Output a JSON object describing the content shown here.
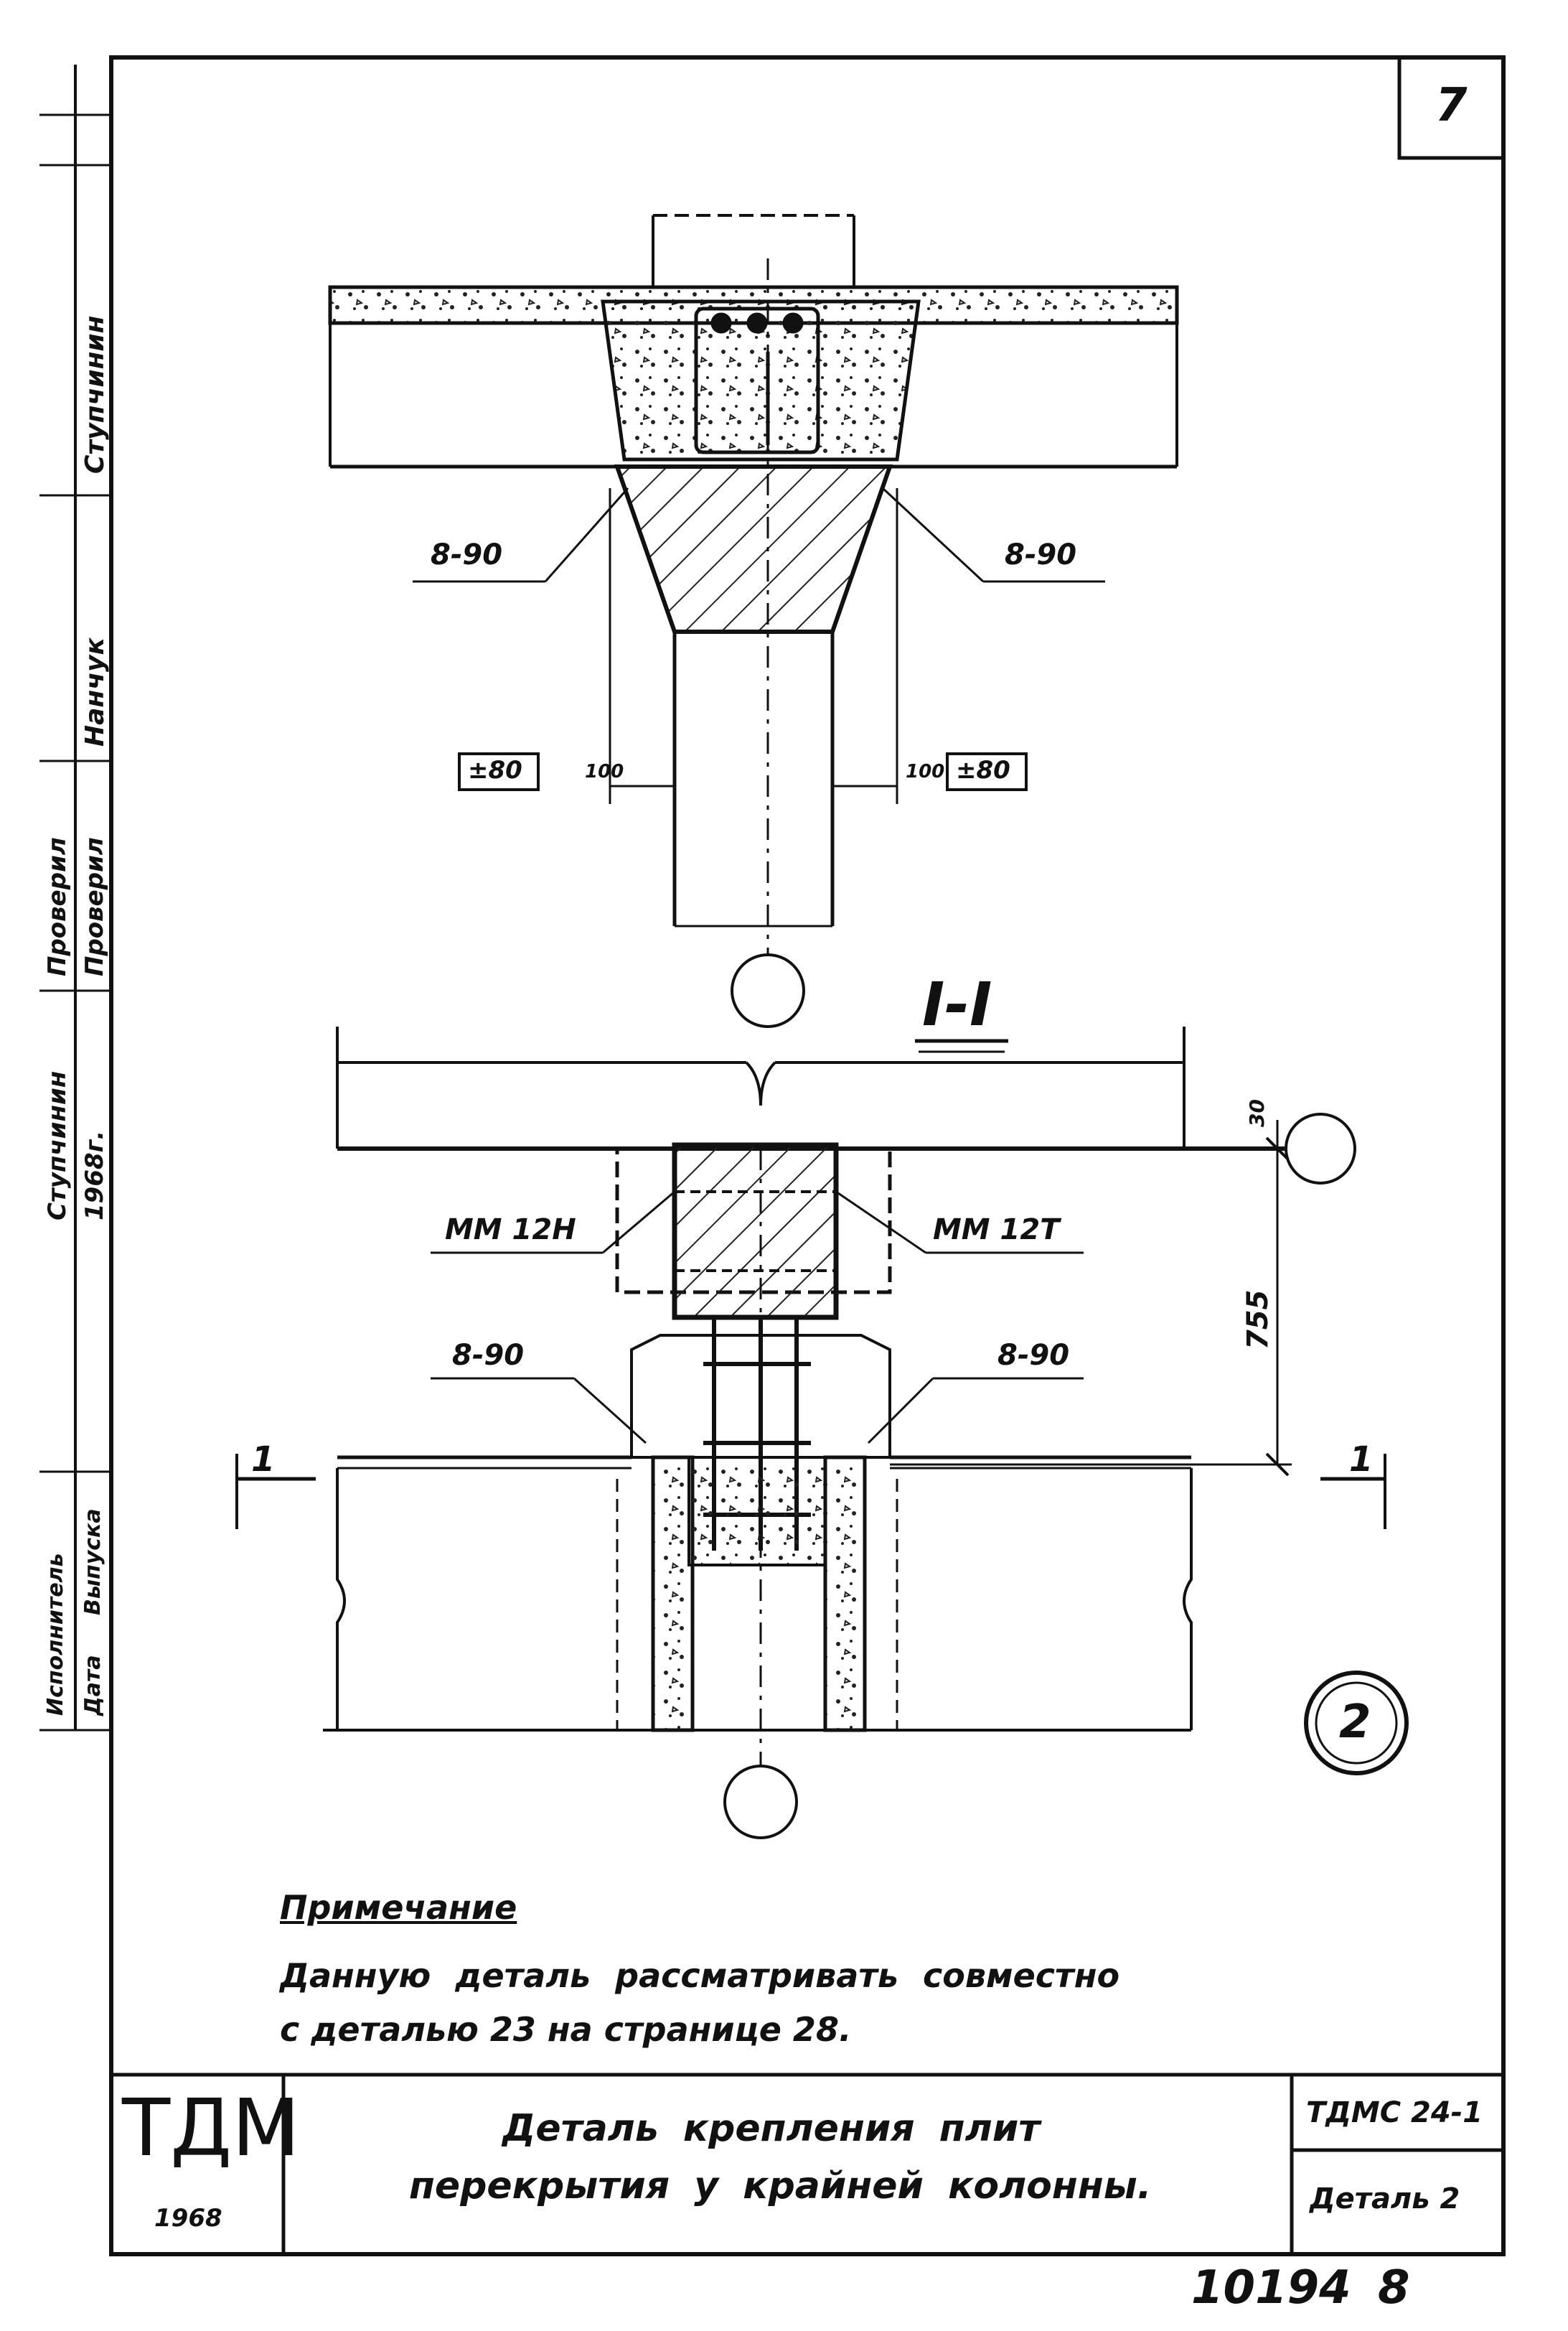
{
  "sheet_number": "7",
  "section_label": "I-I",
  "callouts": {
    "top_left_weld": "8-90",
    "top_right_weld": "8-90",
    "top_left_box": "±80",
    "top_right_box": "±80",
    "top_left_dim": "100",
    "top_right_dim": "100",
    "mid_left_part": "MM 12Н",
    "mid_right_part": "MM 12Т",
    "mid_left_weld": "8-90",
    "mid_right_weld": "8-90",
    "dim_30": "30",
    "dim_755": "755",
    "section_mark_left": "1",
    "section_mark_right": "1",
    "detail_number": "2"
  },
  "note": {
    "heading": "Примечание",
    "line1": "Данную деталь рассматривать совместно",
    "line2": "с деталью 23 на странице 28."
  },
  "title_block": {
    "logo": "ТДМ",
    "year": "1968",
    "title_line1": "Деталь крепления плит",
    "title_line2": "перекрытия у крайней колонны.",
    "code": "ТДМС 24-1",
    "detail": "Деталь 2"
  },
  "side_stamp": {
    "name1": "Ступчинин",
    "name2": "Нанчук",
    "checked_label1": "Проверил",
    "checked_label2": "Проверил",
    "name3": "Ступчинин",
    "year": "1968г.",
    "issue_label": "Исполнитель",
    "date_label": "Дата",
    "release_label": "Выпуска"
  },
  "archive_number": "10194",
  "page_number": "8"
}
